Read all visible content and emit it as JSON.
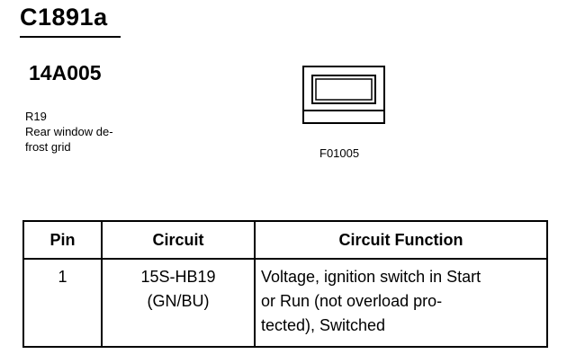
{
  "connector": {
    "id": "C1891a",
    "part_number": "14A005",
    "location_code": "R19",
    "description_lines": [
      "Rear window de-",
      "frost grid"
    ]
  },
  "figure": {
    "code": "F01005",
    "icon": "connector-face-view"
  },
  "table": {
    "headers": {
      "pin": "Pin",
      "circuit": "Circuit",
      "function": "Circuit Function"
    },
    "rows": [
      {
        "pin": "1",
        "circuit_lines": [
          "15S-HB19",
          "(GN/BU)"
        ],
        "function_lines": [
          "Voltage, ignition switch in Start",
          "or Run (not overload pro-",
          "tected), Switched"
        ]
      }
    ]
  }
}
